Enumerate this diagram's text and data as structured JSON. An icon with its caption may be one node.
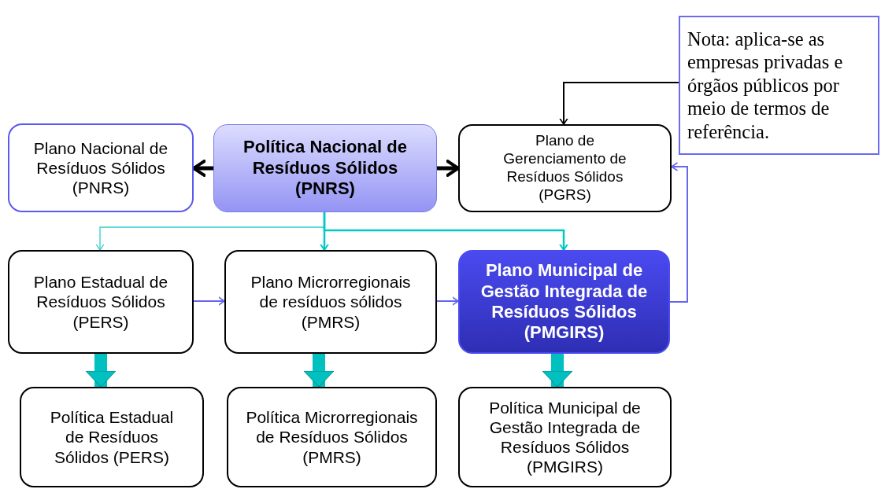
{
  "diagram": {
    "nodes": [
      {
        "text": [
          "Plano Nacional de Resíduos Sólidos (PNRS)"
        ]
      },
      {
        "text": [
          "Política Nacional de Resíduos Sólidos (PNRS)"
        ]
      },
      {
        "text": [
          "Plano de Gerenciamento de Resíduos Sólidos (PGRS)"
        ]
      },
      {
        "text": [
          "Nota: aplica-se as empresas privadas e órgãos públicos por meio de termos de referência."
        ]
      },
      {
        "text": [
          "Plano Estadual de Resíduos Sólidos (PERS)"
        ]
      },
      {
        "text": [
          "Plano Microrregionais de resíduos sólidos (PMRS)"
        ]
      },
      {
        "text": [
          "Plano Municipal de Gestão Integrada de Resíduos Sólidos (PMGIRS)"
        ]
      },
      {
        "text": [
          "Política Estadual de Resíduos Sólidos (PERS)"
        ]
      },
      {
        "text": [
          "Política Microrregionais de Resíduos Sólidos (PMRS)"
        ]
      },
      {
        "text": [
          "Política Municipal de Gestão Integrada de Resíduos Sólidos (PMGIRS)"
        ]
      }
    ],
    "edges": [
      {
        "from": 1,
        "to": 0,
        "arrow": "to",
        "style": "thick",
        "color": "#000000"
      },
      {
        "from": 1,
        "to": 2,
        "arrow": "to",
        "style": "thick",
        "color": "#000000"
      },
      {
        "from": 3,
        "to": 2,
        "arrow": "to",
        "color": "#000000"
      },
      {
        "from": 1,
        "to": 4,
        "arrow": "to",
        "color": "#33cccc"
      },
      {
        "from": 1,
        "to": 5,
        "arrow": "to",
        "color": "#00c8c8"
      },
      {
        "from": 1,
        "to": 6,
        "arrow": "to",
        "color": "#00c8c8"
      },
      {
        "from": 4,
        "to": 5,
        "arrow": "to",
        "color": "#6666ee"
      },
      {
        "from": 5,
        "to": 6,
        "arrow": "to",
        "color": "#6666ee"
      },
      {
        "from": 6,
        "to": 2,
        "arrow": "to",
        "color": "#6666ee"
      },
      {
        "from": 4,
        "to": 7,
        "arrow": "to",
        "style": "thick",
        "color": "#00c0c0"
      },
      {
        "from": 5,
        "to": 8,
        "arrow": "to",
        "style": "thick",
        "color": "#00c0c0"
      },
      {
        "from": 6,
        "to": 9,
        "arrow": "to",
        "style": "thick",
        "color": "#00c0c0"
      }
    ]
  }
}
